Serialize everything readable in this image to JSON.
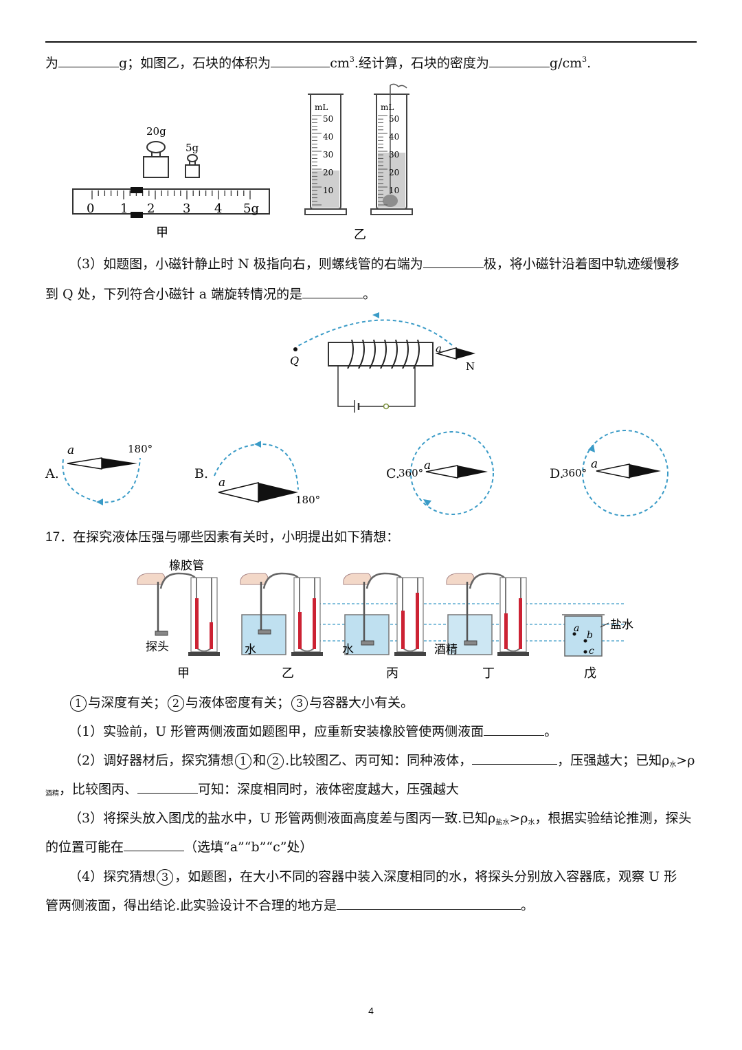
{
  "q16_part2_tail": {
    "p1": "为",
    "p2": "g；如图乙，石块的体积为",
    "p3": "cm",
    "p3sup": "3",
    "p4": ".经计算，石块的密度为",
    "p5": "g/cm",
    "p5sup": "3",
    "p6": "."
  },
  "fig_balance": {
    "weight_20": "20g",
    "weight_5": "5g",
    "ticks": [
      "0",
      "1",
      "2",
      "3",
      "4",
      "5g"
    ],
    "caption": "甲"
  },
  "fig_cylinders": {
    "unit": "mL",
    "ticks": [
      "50",
      "40",
      "30",
      "20",
      "10"
    ],
    "caption": "乙"
  },
  "q16_part3": {
    "line1a": "（3）如题图，小磁针静止时 N 极指向右，则螺线管的右端为",
    "line1b": "极，将小磁针沿着图中轨迹缓慢移",
    "line2a": "到 Q 处，下列符合小磁针 a 端旋转情况的是",
    "line2b": "。"
  },
  "fig_solenoid": {
    "q": "Q",
    "a": "a",
    "n": "N"
  },
  "options": [
    {
      "letter": "A.",
      "deg": "180°",
      "a": "a"
    },
    {
      "letter": "B.",
      "deg": "180°",
      "a": "a"
    },
    {
      "letter": "C.",
      "deg": "360°",
      "a": "a"
    },
    {
      "letter": "D.",
      "deg": "360°",
      "a": "a"
    }
  ],
  "q17": {
    "number": "17．",
    "stem": "在探究液体压强与哪些因素有关时，小明提出如下猜想：",
    "hypotheses": [
      {
        "n": "1",
        "text": "与深度有关；"
      },
      {
        "n": "2",
        "text": "与液体密度有关；"
      },
      {
        "n": "3",
        "text": "与容器大小有关。"
      }
    ],
    "p1a": "（1）实验前，U 形管两侧液面如题图甲，应重新安装橡胶管使两侧液面",
    "p1b": "。",
    "p2a": "（2）调好器材后，探究猜想",
    "p2n1": "1",
    "p2and": "和",
    "p2n2": "2",
    "p2b": ".比较图乙、丙可知：同种液体，",
    "p2c": "，压强越大；已知ρ",
    "p2sub1": "水",
    "p2d": ">ρ",
    "p2sub2": "酒精",
    "p2e": "，比较图丙、",
    "p2f": "可知：深度相同时，液体密度越大，压强越大",
    "p3a": "（3）将探头放入图戊的盐水中，U 形管两侧液面高度差与图丙一致.已知ρ",
    "p3sub1": "盐水",
    "p3b": ">ρ",
    "p3sub2": "水",
    "p3c": "，根据实验结论推测，探头",
    "p3d": "的位置可能在",
    "p3e": "（选填“a”“b”“c”处）",
    "p4a": "（4）探究猜想",
    "p4n": "3",
    "p4b": "，如题图，在大小不同的容器中装入深度相同的水，将探头分别放入容器底，观察 U 形",
    "p4c": "管两侧液面，得出结论.此实验设计不合理的地方是",
    "p4d": "。"
  },
  "fig_pressure": {
    "tube_label": "橡胶管",
    "probe_label": "探头",
    "water": "水",
    "alcohol": "酒精",
    "brine": "盐水",
    "pt_a": "a",
    "pt_b": "b",
    "pt_c": "c",
    "captions": [
      "甲",
      "乙",
      "丙",
      "丁",
      "戊"
    ]
  },
  "page_number": "4"
}
